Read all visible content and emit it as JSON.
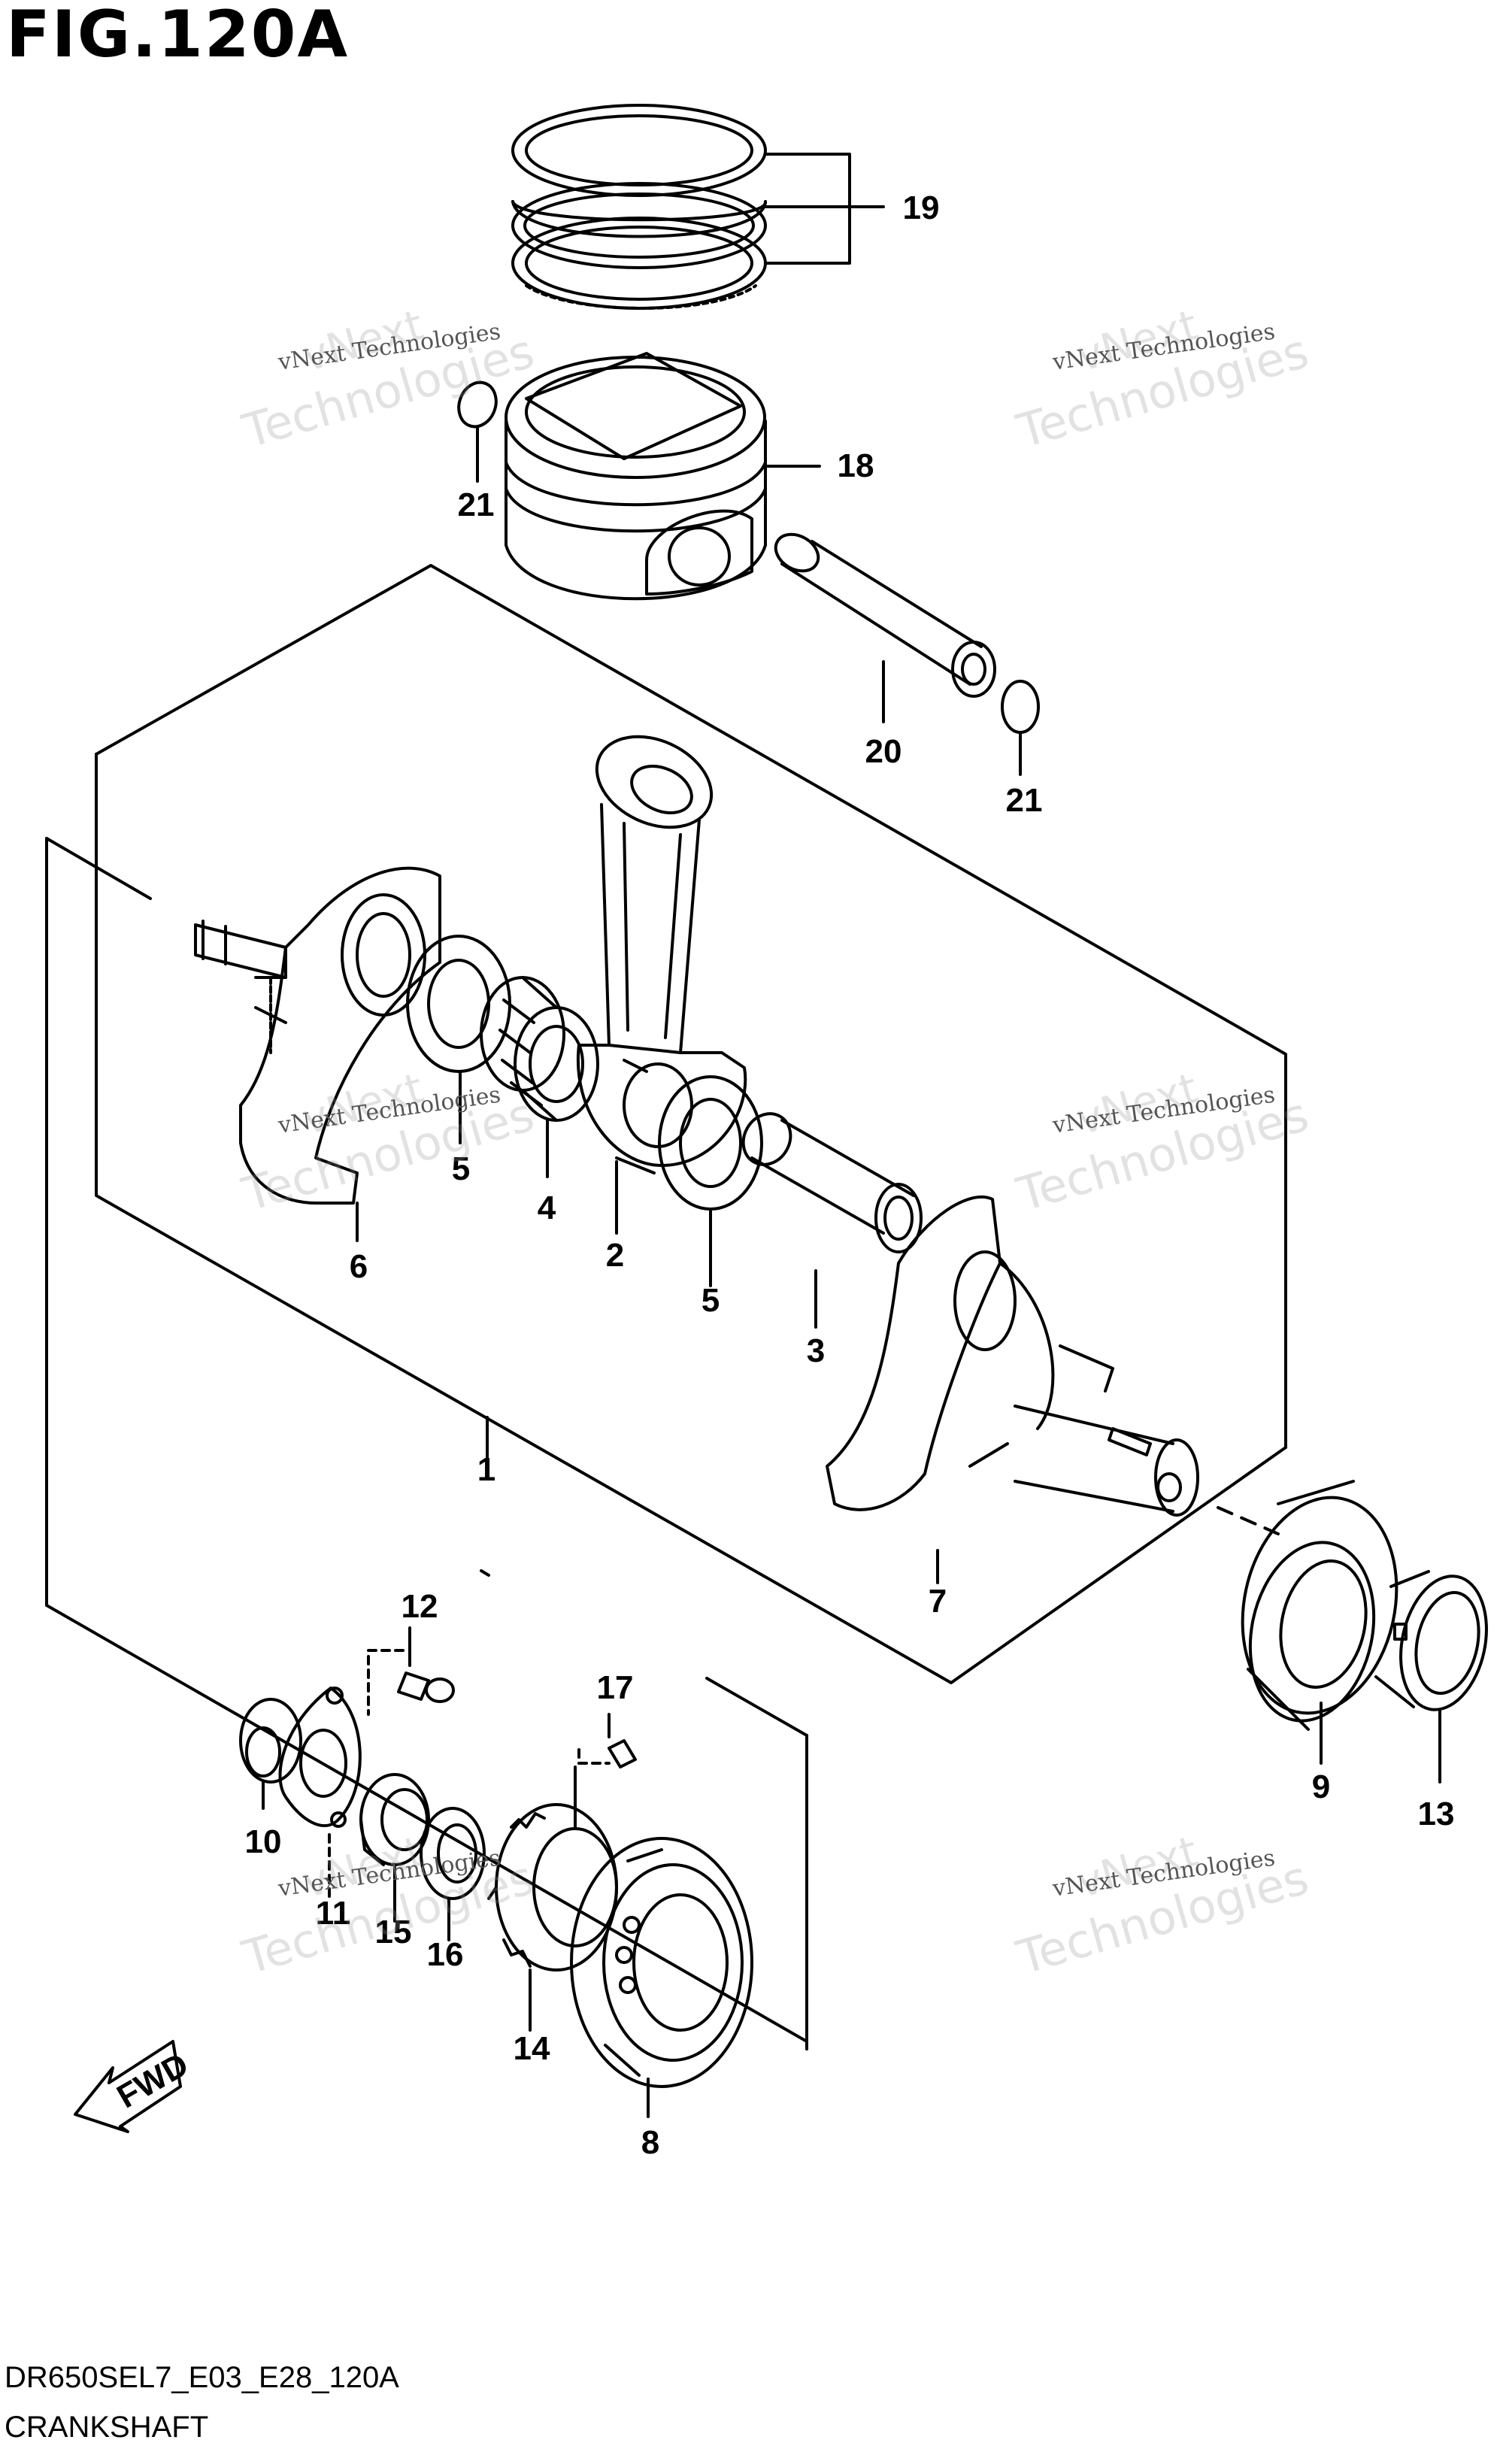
{
  "figure": {
    "title": "FIG.120A",
    "diagram_code": "DR650SEL7_E03_E28_120A",
    "section_name": "CRANKSHAFT"
  },
  "direction_indicator": "FWD",
  "callouts": [
    {
      "id": "c19",
      "label": "19"
    },
    {
      "id": "c18",
      "label": "18"
    },
    {
      "id": "c21a",
      "label": "21"
    },
    {
      "id": "c20",
      "label": "20"
    },
    {
      "id": "c21b",
      "label": "21"
    },
    {
      "id": "c5a",
      "label": "5"
    },
    {
      "id": "c6",
      "label": "6"
    },
    {
      "id": "c4",
      "label": "4"
    },
    {
      "id": "c2",
      "label": "2"
    },
    {
      "id": "c5b",
      "label": "5"
    },
    {
      "id": "c3",
      "label": "3"
    },
    {
      "id": "c1",
      "label": "1"
    },
    {
      "id": "c7",
      "label": "7"
    },
    {
      "id": "c9",
      "label": "9"
    },
    {
      "id": "c13",
      "label": "13"
    },
    {
      "id": "c12",
      "label": "12"
    },
    {
      "id": "c17",
      "label": "17"
    },
    {
      "id": "c10",
      "label": "10"
    },
    {
      "id": "c11",
      "label": "11"
    },
    {
      "id": "c15",
      "label": "15"
    },
    {
      "id": "c16",
      "label": "16"
    },
    {
      "id": "c14",
      "label": "14"
    },
    {
      "id": "c8",
      "label": "8"
    }
  ],
  "watermark": {
    "small_text": "vNext Technologies",
    "big_word_1": "vNext",
    "big_word_2": "Technologies"
  }
}
